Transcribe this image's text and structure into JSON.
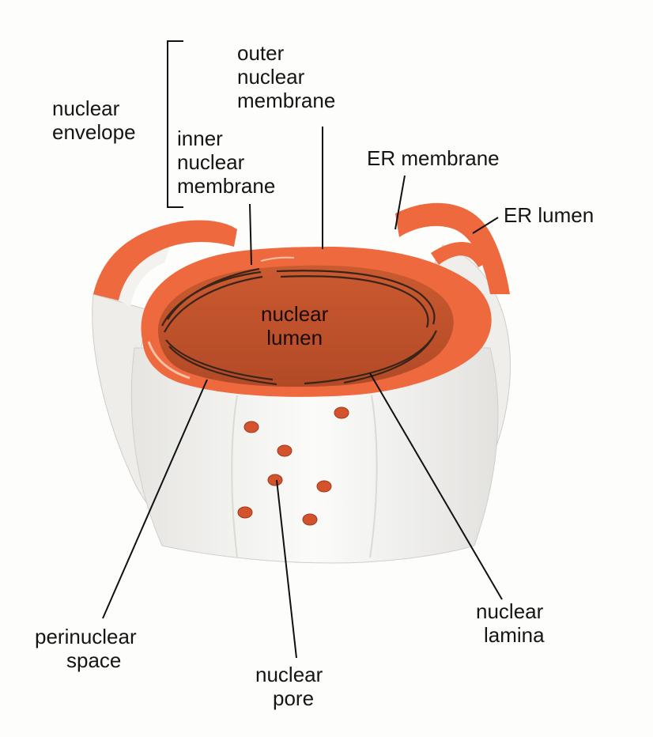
{
  "labels": {
    "outer_nuclear_membrane": [
      "outer",
      "nuclear",
      "membrane"
    ],
    "nuclear_envelope": [
      "nuclear",
      "envelope"
    ],
    "inner_nuclear_membrane": [
      "inner",
      "nuclear",
      "membrane"
    ],
    "er_membrane": "ER membrane",
    "er_lumen": "ER lumen",
    "nuclear_lumen": [
      "nuclear",
      "lumen"
    ],
    "perinuclear_space": [
      "perinuclear",
      "space"
    ],
    "nuclear_pore": [
      "nuclear",
      "pore"
    ],
    "nuclear_lamina": [
      "nuclear",
      "lamina"
    ]
  },
  "colors": {
    "membrane": "#ee6a3e",
    "membrane_dark": "#d9532a",
    "nuclear_lumen": "#c2562f",
    "lamina": "#3a2418",
    "envelope_body": "#f4f3f1",
    "pore": "#d4532c",
    "leader_line": "#111111"
  }
}
